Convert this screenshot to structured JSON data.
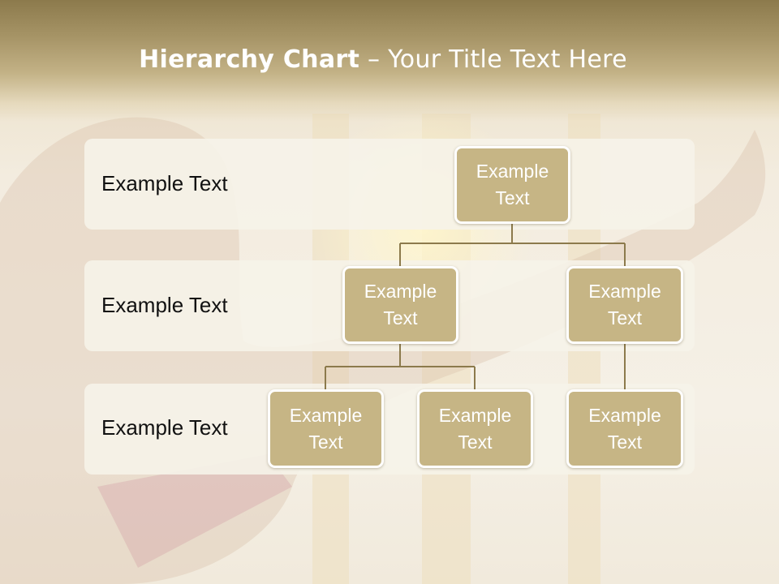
{
  "slide": {
    "title_bold": "Hierarchy Chart",
    "title_rest": " – Your Title Text Here"
  },
  "rows": [
    {
      "label": "Example Text"
    },
    {
      "label": "Example Text"
    },
    {
      "label": "Example Text"
    }
  ],
  "nodes": {
    "root": "Example\nText",
    "mid_left": "Example\nText",
    "mid_right": "Example\nText",
    "leaf_1": "Example\nText",
    "leaf_2": "Example\nText",
    "leaf_3": "Example\nText"
  },
  "colors": {
    "node_fill": "#c6b585",
    "connector": "#8c7a4c",
    "title_bar": "#a69466"
  }
}
